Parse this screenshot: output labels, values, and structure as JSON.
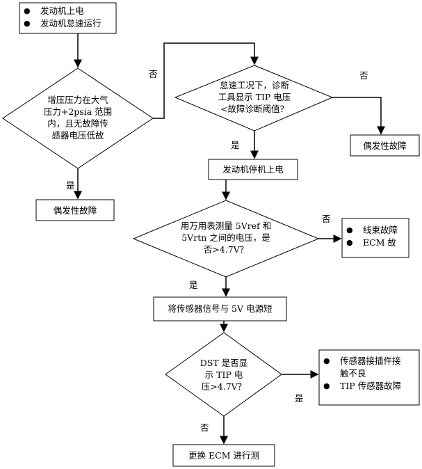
{
  "start_box": {
    "items": [
      "发动机上电",
      "发动机怠速运行"
    ]
  },
  "decision1": {
    "lines": [
      "增压压力在大气",
      "压力+2psia 范围",
      "内，且无故障传",
      "感器电压低故"
    ]
  },
  "decision1_yes": "是",
  "decision1_no": "否",
  "result1": "偶发性故障",
  "decision2": {
    "lines": [
      "怠速工况下，诊断",
      "工具显示 TIP 电压",
      "<故障诊断阈值？"
    ]
  },
  "decision2_no": "否",
  "result2": "偶发性故障",
  "decision2_yes": "是",
  "step_engine_off": "发动机停机上电",
  "decision3": {
    "lines": [
      "用万用表测量 5Vref 和",
      "5Vrtn 之间的电压，是",
      "否>4.7V？"
    ]
  },
  "decision3_no": "否",
  "result3": {
    "items": [
      "线束故障",
      "ECM 故"
    ]
  },
  "decision3_yes": "是",
  "step_short": "将传感器信号与 5V 电源短",
  "decision4": {
    "lines": [
      "DST 是否显",
      "示 TIP 电",
      "压>4.7V？"
    ]
  },
  "decision4_yes": "是",
  "result4": {
    "items": [
      "传感器接插件接",
      "触不良",
      "TIP 传感器故障"
    ]
  },
  "decision4_no": "否",
  "final_step": "更换 ECM 进行测"
}
